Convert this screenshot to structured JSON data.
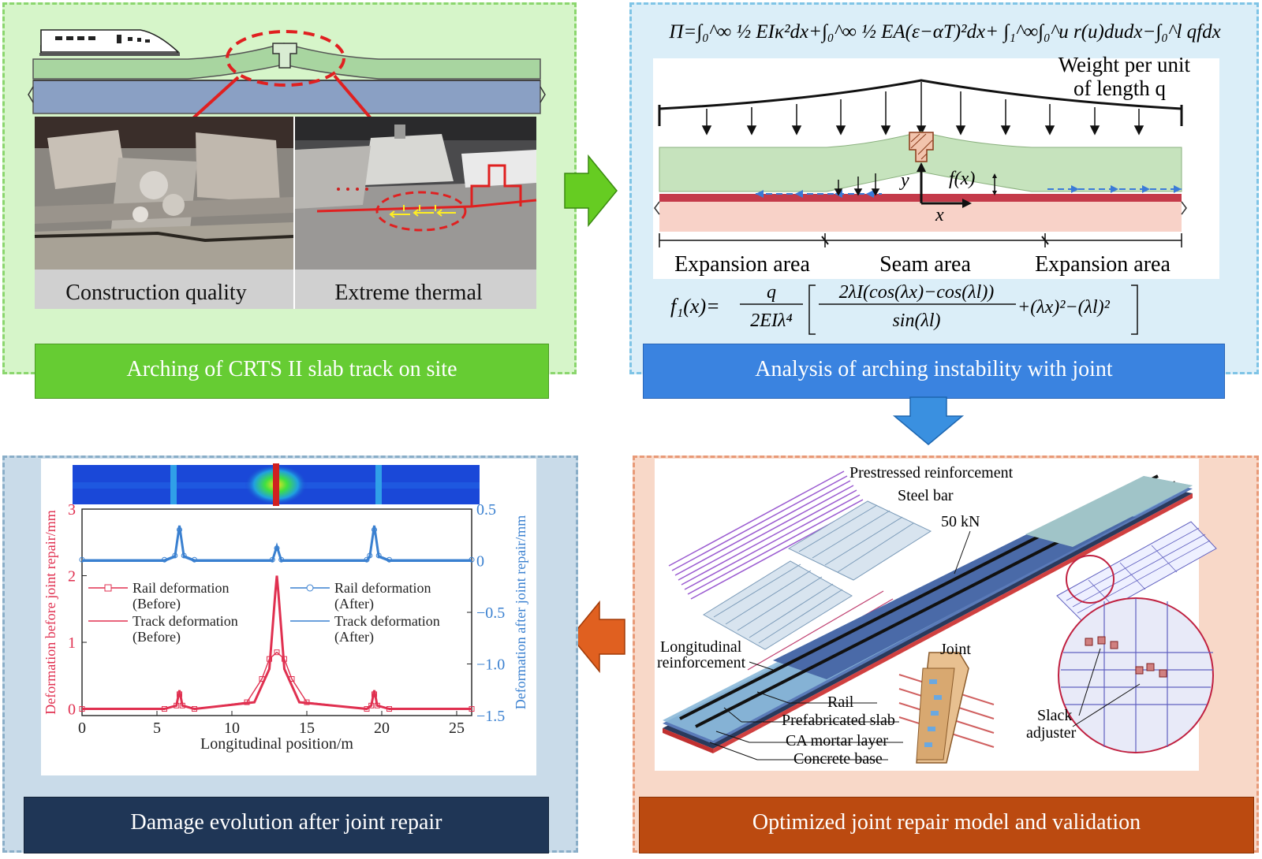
{
  "panels": {
    "site": {
      "title": "Arching of CRTS II slab track on site",
      "photo_left_label": "Construction quality",
      "photo_right_label": "Extreme thermal"
    },
    "analysis": {
      "title": "Analysis of arching instability with joint",
      "energy_equation": "Π=∫₀^∞ ½ EIκ²dx+∫₀^∞ ½ EA(ε−αT)²dx+ ∫₁^∞∫₀^u r(u)dudx−∫₀^l qfdx",
      "load_label_1": "Weight per unit",
      "load_label_2": "of length q",
      "y_label": "y",
      "x_label": "x",
      "fx_label": "f(x)",
      "areas": [
        "Expansion area",
        "Seam area",
        "Expansion area"
      ],
      "solution_lhs": "f₁(x)=",
      "solution_q": "q",
      "solution_den": "2EIλ⁴",
      "solution_num": "2λI(cos(λx)−cos(λl))",
      "solution_sin": "sin(λl)",
      "solution_tail": "+(λx)²−(λl)²"
    },
    "damage": {
      "title": "Damage evolution after joint repair"
    },
    "model": {
      "title": "Optimized joint repair model and validation",
      "labels": {
        "prestressed": "Prestressed reinforcement",
        "steel_bar": "Steel bar",
        "load": "50 kN",
        "longitudinal_1": "Longitudinal",
        "longitudinal_2": "reinforcement",
        "joint": "Joint",
        "rail": "Rail",
        "slab": "Prefabricated slab",
        "ca_mortar": "CA mortar layer",
        "base": "Concrete base",
        "slack_1": "Slack",
        "slack_2": "adjuster"
      }
    }
  },
  "colors": {
    "before": "#e03050",
    "after": "#3a80d0",
    "green_arrow": "#66cc22",
    "blue_arrow": "#3a90e0",
    "orange_arrow": "#e06020"
  },
  "chart_data": {
    "type": "line",
    "xlabel": "Longitudinal position/m",
    "ylabel": "Deformation before joint repair/mm",
    "y2label": "Deformation after joint repair/mm",
    "xlim": [
      0,
      26
    ],
    "ylim": [
      -0.1,
      3
    ],
    "y2lim": [
      -1.5,
      0.5
    ],
    "xticks": [
      0,
      5,
      10,
      15,
      20,
      25
    ],
    "yticks": [
      0,
      1,
      2,
      3
    ],
    "y2ticks": [
      0.5,
      0,
      -0.5,
      -1.0,
      -1.5
    ],
    "y2ticklabels": [
      "0.5",
      "0",
      "−0.5",
      "−1.0",
      "−1.5"
    ],
    "legend": [
      {
        "name": "Rail deformation",
        "sub": "(Before)",
        "marker": "square",
        "color": "#e03050"
      },
      {
        "name": "Track deformation",
        "sub": "(Before)",
        "marker": "none",
        "color": "#e03050"
      },
      {
        "name": "Rail deformation",
        "sub": "(After)",
        "marker": "circle",
        "color": "#3a80d0"
      },
      {
        "name": "Track deformation",
        "sub": "(After)",
        "marker": "none",
        "color": "#3a80d0"
      }
    ],
    "series": [
      {
        "name": "Track deformation (Before)",
        "axis": "left",
        "color": "#e03050",
        "x": [
          0,
          5.5,
          6.3,
          6.5,
          6.7,
          7.5,
          11.5,
          12.5,
          12.9,
          13.0,
          13.1,
          13.5,
          14.5,
          19.0,
          19.3,
          19.5,
          19.7,
          20.5,
          26
        ],
        "y": [
          0,
          0,
          0.05,
          0.28,
          0.05,
          0,
          0.1,
          0.6,
          1.75,
          2.0,
          1.75,
          0.6,
          0.1,
          0,
          0.05,
          0.28,
          0.05,
          0,
          0
        ]
      },
      {
        "name": "Rail deformation (Before)",
        "axis": "left",
        "color": "#e03050",
        "x": [
          0,
          5.5,
          6.3,
          6.5,
          6.7,
          7.5,
          11.0,
          12.0,
          12.5,
          13.0,
          13.5,
          14.0,
          15.0,
          19.0,
          19.3,
          19.5,
          19.7,
          20.5,
          26
        ],
        "y": [
          0,
          0,
          0.05,
          0.22,
          0.05,
          0,
          0.1,
          0.45,
          0.75,
          0.85,
          0.75,
          0.45,
          0.1,
          0,
          0.05,
          0.22,
          0.05,
          0,
          0
        ]
      },
      {
        "name": "Track deformation (After)",
        "axis": "right",
        "color": "#3a80d0",
        "x": [
          0,
          5.5,
          6.2,
          6.5,
          6.8,
          7.5,
          12.7,
          13.0,
          13.3,
          19.0,
          19.2,
          19.5,
          19.8,
          20.5,
          26
        ],
        "y": [
          0,
          0,
          0.04,
          0.34,
          0.04,
          0,
          0,
          0.14,
          0,
          0,
          0.04,
          0.34,
          0.04,
          0,
          0
        ]
      },
      {
        "name": "Rail deformation (After)",
        "axis": "right",
        "color": "#3a80d0",
        "x": [
          0,
          5.5,
          6.2,
          6.5,
          6.8,
          7.5,
          12.7,
          13.0,
          13.3,
          19.0,
          19.2,
          19.5,
          19.8,
          20.5,
          26
        ],
        "y": [
          0.01,
          0.01,
          0.05,
          0.3,
          0.05,
          0.01,
          0.01,
          0.12,
          0.01,
          0.01,
          0.05,
          0.3,
          0.05,
          0.01,
          0.01
        ]
      }
    ]
  }
}
